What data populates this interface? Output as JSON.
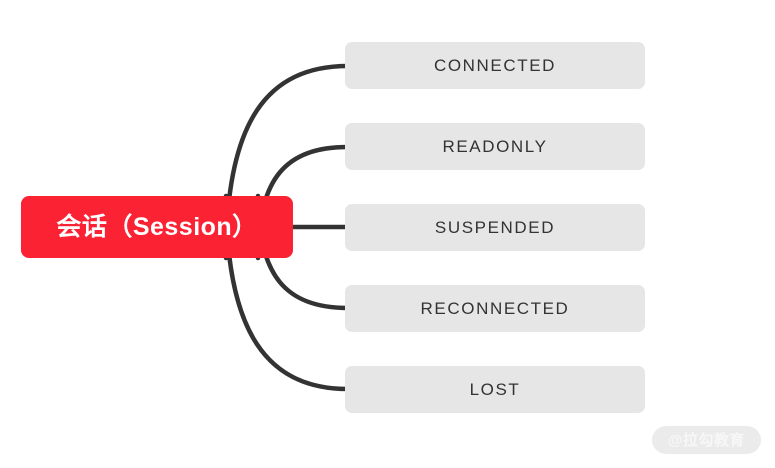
{
  "diagram": {
    "type": "mind-map",
    "background_color": "#ffffff",
    "root": {
      "label": "会话（Session）",
      "fill_color": "#fa2233",
      "text_color": "#ffffff"
    },
    "branches": [
      {
        "label": "CONNECTED"
      },
      {
        "label": "READONLY"
      },
      {
        "label": "SUSPENDED"
      },
      {
        "label": "RECONNECTED"
      },
      {
        "label": "LOST"
      }
    ],
    "branch_style": {
      "fill_color": "#e6e6e6",
      "text_color": "#333333"
    },
    "connector_color": "#333333"
  },
  "watermark": {
    "label": "@拉勾教育"
  }
}
